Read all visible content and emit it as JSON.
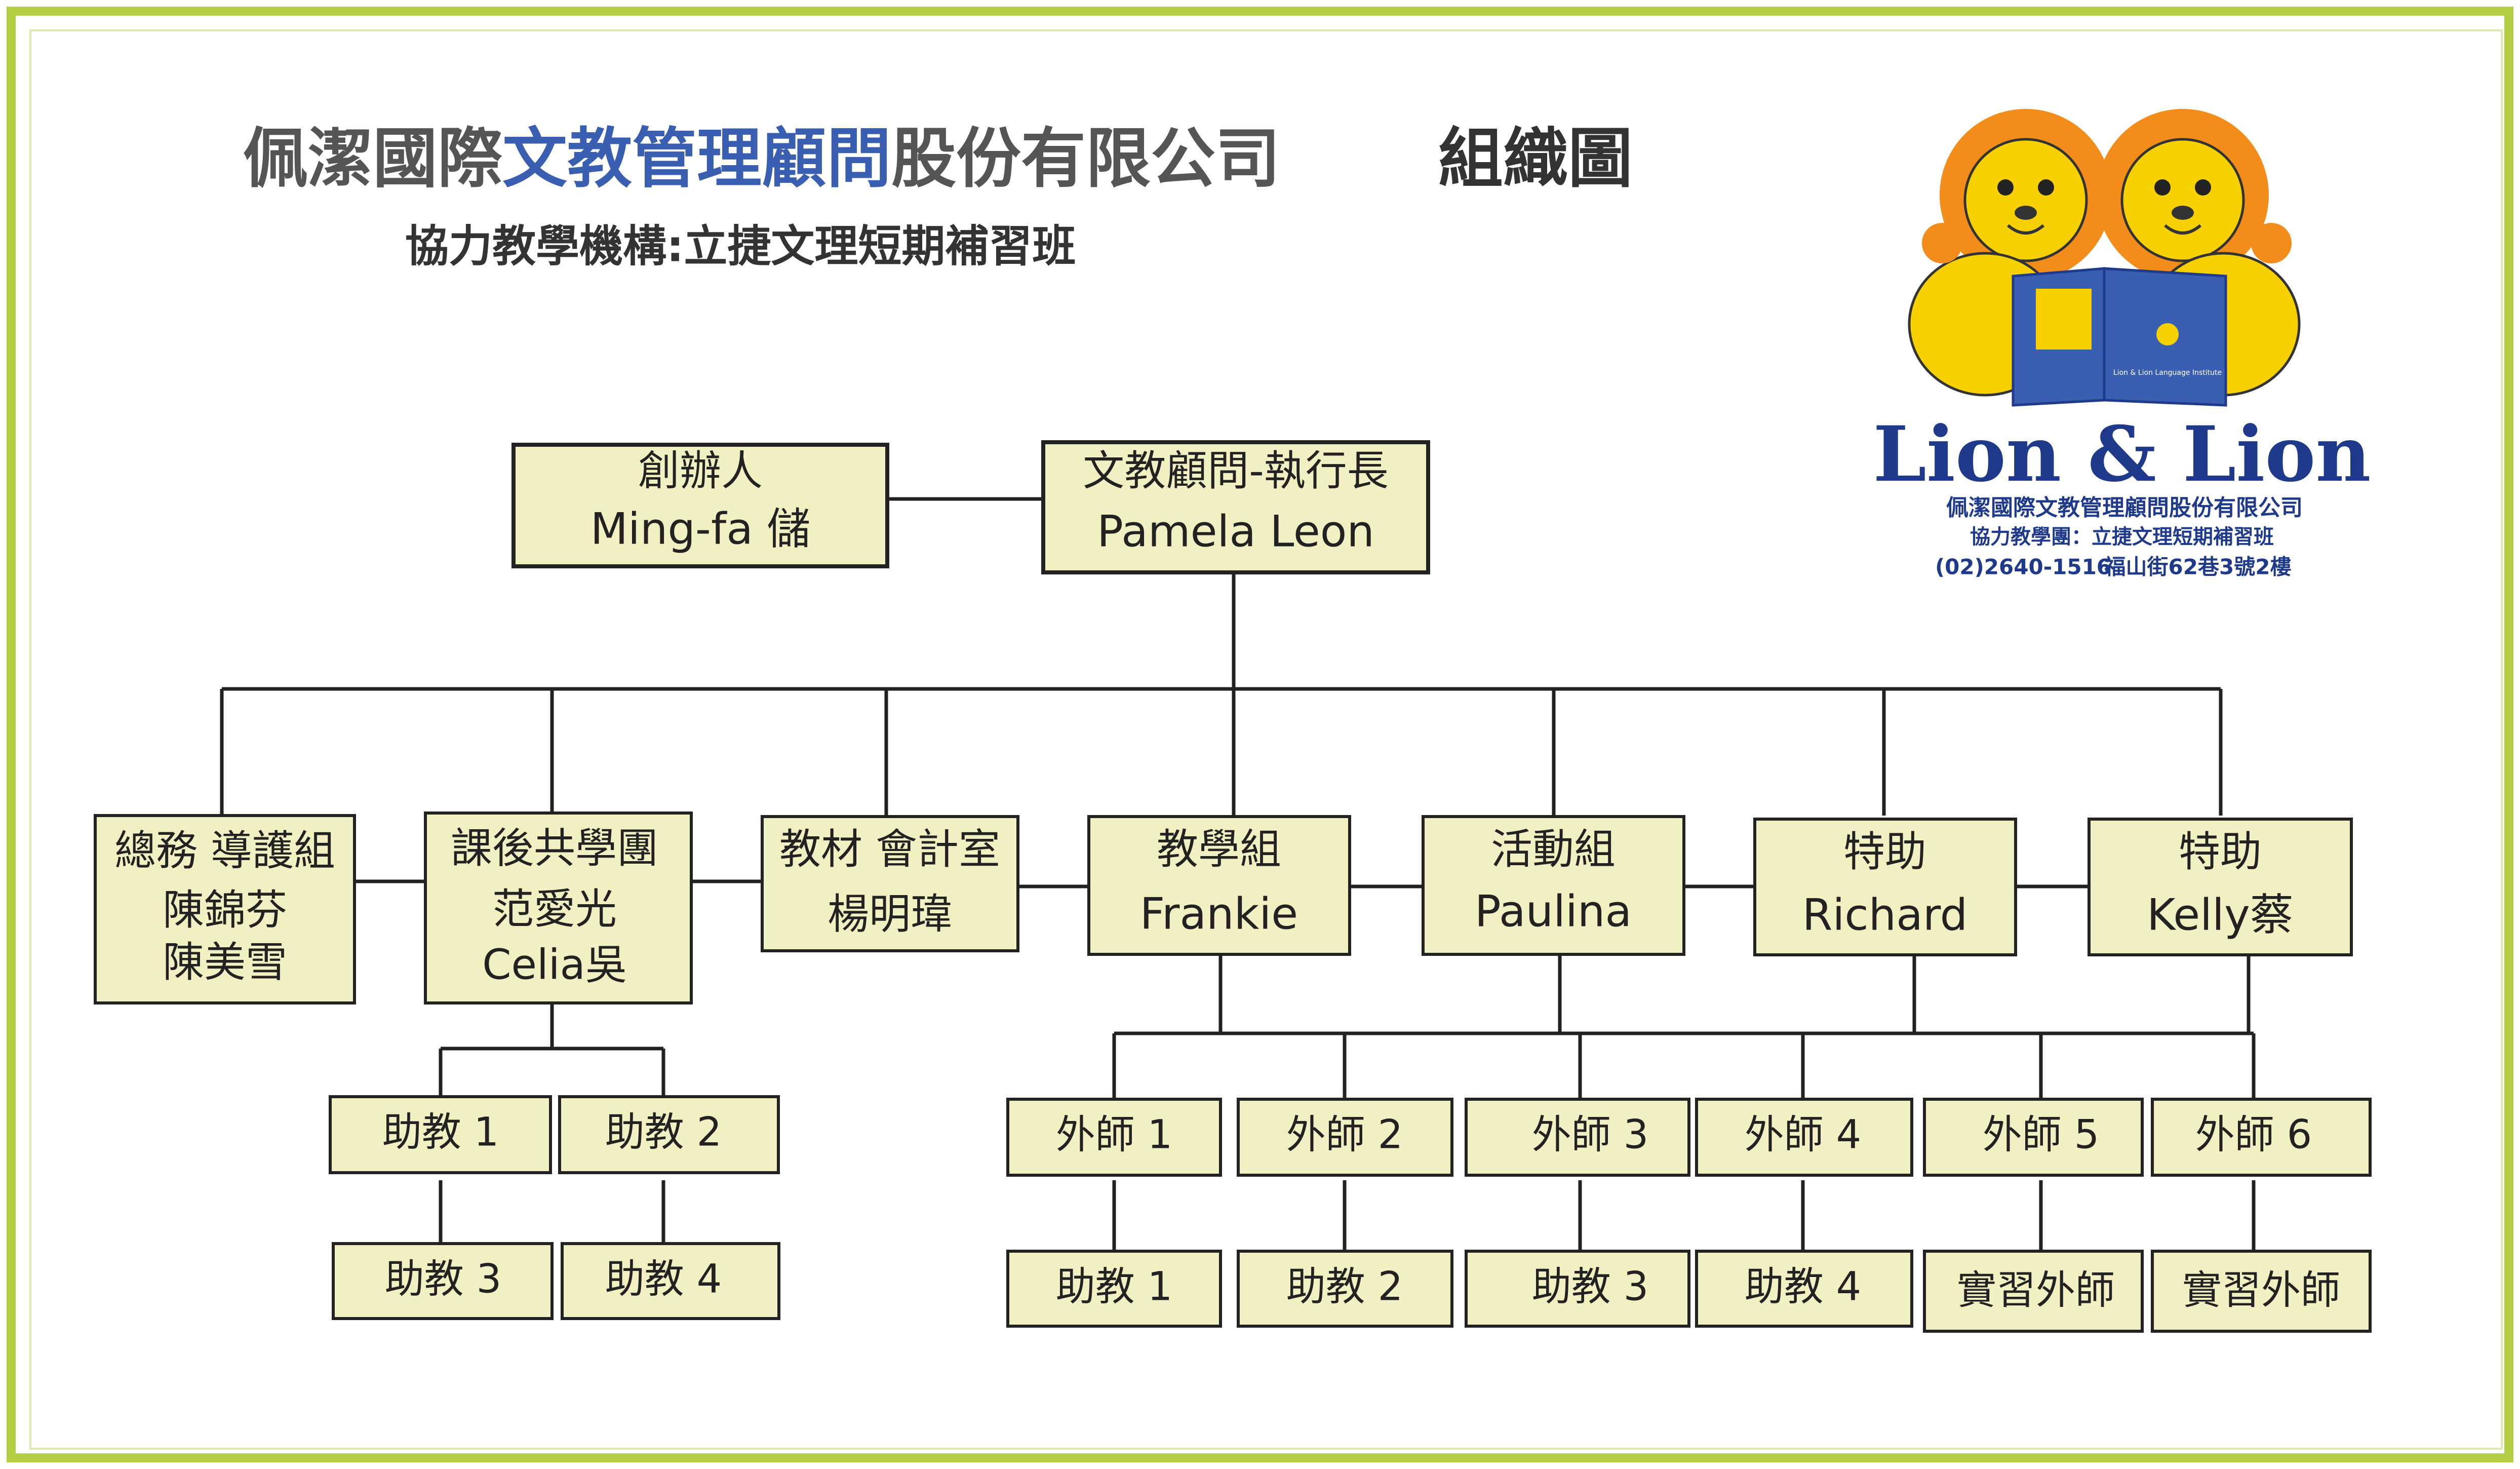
{
  "title": {
    "part1": "佩潔國際",
    "part2": "文教管理顧問",
    "part3": "股份有限公司",
    "part4": "組織圖"
  },
  "subtitle": "協力教學機構:立捷文理短期補習班",
  "colors": {
    "border": "#b5cf45",
    "box_fill": "#f1f0c2",
    "title_gray": "#555555",
    "title_blue": "#3a5fb0",
    "logo_blue": "#1f3a8a",
    "lion_yellow": "#f7d000",
    "mane_orange": "#f28c1a"
  },
  "logo": {
    "brand": "Lion & Lion",
    "company": "佩潔國際文教管理顧問股份有限公司",
    "team": "協力教學團：立捷文理短期補習班",
    "phone": "(02)2640-1516",
    "address": "福山街62巷3號2樓",
    "book_text": "Lion & Lion Language Institute"
  },
  "top": {
    "founder": {
      "role": "創辦人",
      "name": "Ming-fa 儲"
    },
    "ceo": {
      "role": "文教顧問-執行長",
      "name": "Pamela Leon"
    }
  },
  "departments": [
    {
      "role": "總務 導護組",
      "name": "陳錦芬",
      "name2": "陳美雪"
    },
    {
      "role": "課後共學團",
      "name": "范愛光",
      "name2": "Celia吳"
    },
    {
      "role": "教材 會計室",
      "name": "楊明瑋"
    },
    {
      "role": "教學組",
      "name": "Frankie"
    },
    {
      "role": "活動組",
      "name": "Paulina"
    },
    {
      "role": "特助",
      "name": "Richard"
    },
    {
      "role": "特助",
      "name": "Kelly蔡"
    }
  ],
  "afterschool_assistants": [
    "助教 1",
    "助教 2",
    "助教 3",
    "助教 4"
  ],
  "foreign_teachers": [
    "外師 1",
    "外師 2",
    "外師 3",
    "外師 4",
    "外師 5",
    "外師 6"
  ],
  "teacher_assistants": [
    "助教 1",
    "助教 2",
    "助教 3",
    "助教 4",
    "實習外師",
    "實習外師"
  ]
}
